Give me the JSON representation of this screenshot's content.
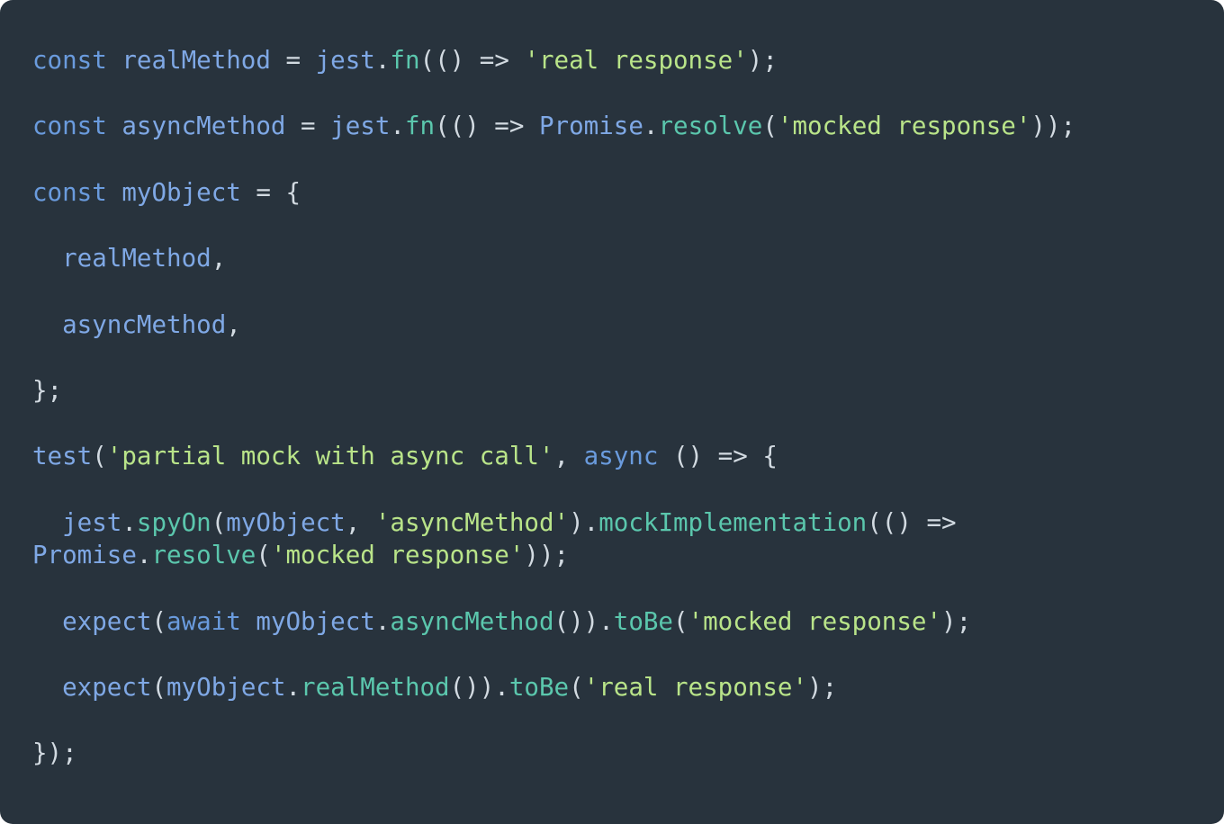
{
  "window": {
    "background": "#ffffff",
    "description": "dark rounded code snippet card"
  },
  "code_block": {
    "background": "#28333d",
    "colors": {
      "keyword": "#6a9bdd",
      "identifier": "#7fa8e5",
      "method": "#5bc7ad",
      "string": "#b9e489",
      "punct": "#d2dae1"
    },
    "plain_text": "const realMethod = jest.fn(() => 'real response');\n\nconst asyncMethod = jest.fn(() => Promise.resolve('mocked response'));\n\nconst myObject = {\n\n  realMethod,\n\n  asyncMethod,\n\n};\n\ntest('partial mock with async call', async () => {\n\n  jest.spyOn(myObject, 'asyncMethod').mockImplementation(() =>\nPromise.resolve('mocked response'));\n\n  expect(await myObject.asyncMethod()).toBe('mocked response');\n\n  expect(myObject.realMethod()).toBe('real response');\n\n});",
    "lines": [
      {
        "tokens": [
          {
            "c": "keyword",
            "t": "const"
          },
          {
            "c": "punct",
            "t": " "
          },
          {
            "c": "identifier",
            "t": "realMethod"
          },
          {
            "c": "punct",
            "t": " = "
          },
          {
            "c": "identifier",
            "t": "jest"
          },
          {
            "c": "punct",
            "t": "."
          },
          {
            "c": "method",
            "t": "fn"
          },
          {
            "c": "punct",
            "t": "(() => "
          },
          {
            "c": "string",
            "t": "'real response'"
          },
          {
            "c": "punct",
            "t": ");"
          }
        ]
      },
      {
        "tokens": []
      },
      {
        "tokens": [
          {
            "c": "keyword",
            "t": "const"
          },
          {
            "c": "punct",
            "t": " "
          },
          {
            "c": "identifier",
            "t": "asyncMethod"
          },
          {
            "c": "punct",
            "t": " = "
          },
          {
            "c": "identifier",
            "t": "jest"
          },
          {
            "c": "punct",
            "t": "."
          },
          {
            "c": "method",
            "t": "fn"
          },
          {
            "c": "punct",
            "t": "(() => "
          },
          {
            "c": "identifier",
            "t": "Promise"
          },
          {
            "c": "punct",
            "t": "."
          },
          {
            "c": "method",
            "t": "resolve"
          },
          {
            "c": "punct",
            "t": "("
          },
          {
            "c": "string",
            "t": "'mocked response'"
          },
          {
            "c": "punct",
            "t": "));"
          }
        ]
      },
      {
        "tokens": []
      },
      {
        "tokens": [
          {
            "c": "keyword",
            "t": "const"
          },
          {
            "c": "punct",
            "t": " "
          },
          {
            "c": "identifier",
            "t": "myObject"
          },
          {
            "c": "punct",
            "t": " = {"
          }
        ]
      },
      {
        "tokens": []
      },
      {
        "tokens": [
          {
            "c": "punct",
            "t": "  "
          },
          {
            "c": "identifier",
            "t": "realMethod"
          },
          {
            "c": "punct",
            "t": ","
          }
        ]
      },
      {
        "tokens": []
      },
      {
        "tokens": [
          {
            "c": "punct",
            "t": "  "
          },
          {
            "c": "identifier",
            "t": "asyncMethod"
          },
          {
            "c": "punct",
            "t": ","
          }
        ]
      },
      {
        "tokens": []
      },
      {
        "tokens": [
          {
            "c": "punct",
            "t": "};"
          }
        ]
      },
      {
        "tokens": []
      },
      {
        "tokens": [
          {
            "c": "identifier",
            "t": "test"
          },
          {
            "c": "punct",
            "t": "("
          },
          {
            "c": "string",
            "t": "'partial mock with async call'"
          },
          {
            "c": "punct",
            "t": ", "
          },
          {
            "c": "keyword",
            "t": "async"
          },
          {
            "c": "punct",
            "t": " () => {"
          }
        ]
      },
      {
        "tokens": []
      },
      {
        "tokens": [
          {
            "c": "punct",
            "t": "  "
          },
          {
            "c": "identifier",
            "t": "jest"
          },
          {
            "c": "punct",
            "t": "."
          },
          {
            "c": "method",
            "t": "spyOn"
          },
          {
            "c": "punct",
            "t": "("
          },
          {
            "c": "identifier",
            "t": "myObject"
          },
          {
            "c": "punct",
            "t": ", "
          },
          {
            "c": "string",
            "t": "'asyncMethod'"
          },
          {
            "c": "punct",
            "t": ")."
          },
          {
            "c": "method",
            "t": "mockImplementation"
          },
          {
            "c": "punct",
            "t": "(() =>"
          }
        ]
      },
      {
        "tokens": [
          {
            "c": "identifier",
            "t": "Promise"
          },
          {
            "c": "punct",
            "t": "."
          },
          {
            "c": "method",
            "t": "resolve"
          },
          {
            "c": "punct",
            "t": "("
          },
          {
            "c": "string",
            "t": "'mocked response'"
          },
          {
            "c": "punct",
            "t": "));"
          }
        ]
      },
      {
        "tokens": []
      },
      {
        "tokens": [
          {
            "c": "punct",
            "t": "  "
          },
          {
            "c": "identifier",
            "t": "expect"
          },
          {
            "c": "punct",
            "t": "("
          },
          {
            "c": "keyword",
            "t": "await"
          },
          {
            "c": "punct",
            "t": " "
          },
          {
            "c": "identifier",
            "t": "myObject"
          },
          {
            "c": "punct",
            "t": "."
          },
          {
            "c": "method",
            "t": "asyncMethod"
          },
          {
            "c": "punct",
            "t": "())."
          },
          {
            "c": "method",
            "t": "toBe"
          },
          {
            "c": "punct",
            "t": "("
          },
          {
            "c": "string",
            "t": "'mocked response'"
          },
          {
            "c": "punct",
            "t": ");"
          }
        ]
      },
      {
        "tokens": []
      },
      {
        "tokens": [
          {
            "c": "punct",
            "t": "  "
          },
          {
            "c": "identifier",
            "t": "expect"
          },
          {
            "c": "punct",
            "t": "("
          },
          {
            "c": "identifier",
            "t": "myObject"
          },
          {
            "c": "punct",
            "t": "."
          },
          {
            "c": "method",
            "t": "realMethod"
          },
          {
            "c": "punct",
            "t": "())."
          },
          {
            "c": "method",
            "t": "toBe"
          },
          {
            "c": "punct",
            "t": "("
          },
          {
            "c": "string",
            "t": "'real response'"
          },
          {
            "c": "punct",
            "t": ");"
          }
        ]
      },
      {
        "tokens": []
      },
      {
        "tokens": [
          {
            "c": "punct",
            "t": "});"
          }
        ]
      }
    ]
  }
}
